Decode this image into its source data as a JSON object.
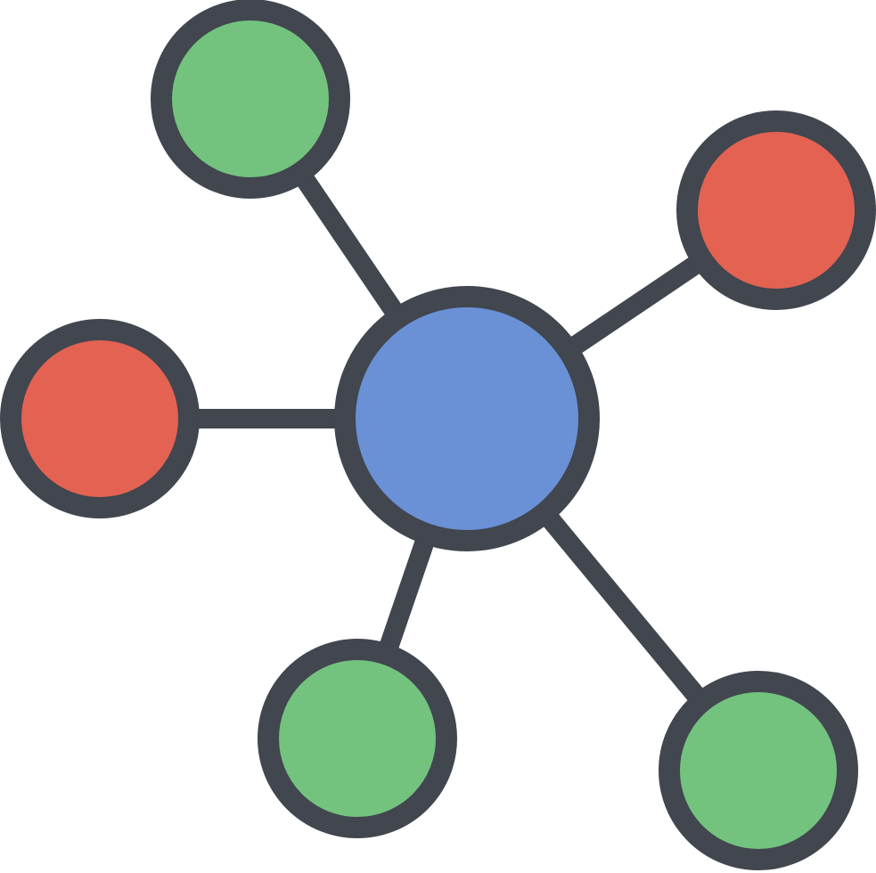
{
  "icon": {
    "name": "network-hub-icon",
    "colors": {
      "stroke": "#41464f",
      "hub": "#6a91d6",
      "green_node": "#73c37f",
      "red_node": "#e36252",
      "background": "#ffffff"
    },
    "hub": {
      "fill_key": "hub"
    },
    "nodes": [
      {
        "name": "node-top-left",
        "fill_key": "green_node"
      },
      {
        "name": "node-top-right",
        "fill_key": "red_node"
      },
      {
        "name": "node-left",
        "fill_key": "red_node"
      },
      {
        "name": "node-bottom-left",
        "fill_key": "green_node"
      },
      {
        "name": "node-bottom-right",
        "fill_key": "green_node"
      }
    ]
  }
}
